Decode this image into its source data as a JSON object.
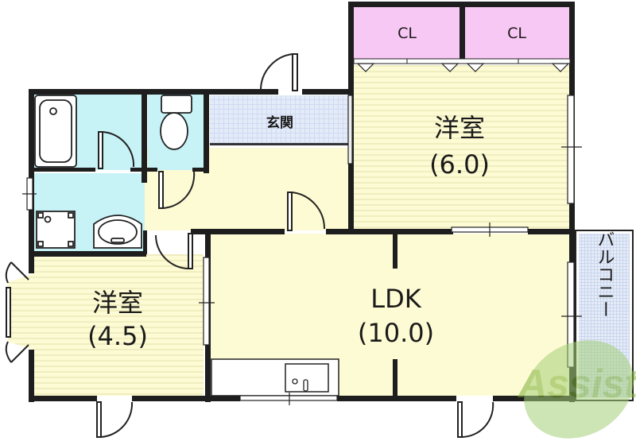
{
  "floorplan": {
    "rooms": [
      {
        "id": "closet-1",
        "label": "CL"
      },
      {
        "id": "closet-2",
        "label": "CL"
      },
      {
        "id": "western-room-6",
        "label": "洋室",
        "size": "(6.0)"
      },
      {
        "id": "entrance",
        "label": "玄関"
      },
      {
        "id": "western-room-45",
        "label": "洋室",
        "size": "(4.5)"
      },
      {
        "id": "ldk",
        "label": "LDK",
        "size": "(10.0)"
      },
      {
        "id": "balcony",
        "label": "バルコニー"
      }
    ],
    "fixtures": [
      "bathtub",
      "toilet",
      "washbasin",
      "washing-machine-pan",
      "kitchen-sink"
    ],
    "colors": {
      "wall": "#1e1e1e",
      "room_floor": "#fdfbd3",
      "room_stripe": "#e6e2b0",
      "wet_area": "#c7f3f7",
      "closet": "#f8c8f4",
      "entrance_tile": "#d4def4",
      "balcony_tile": "#dde5f3"
    }
  },
  "watermark": {
    "text": "Assist",
    "color": "#8dc63f"
  }
}
